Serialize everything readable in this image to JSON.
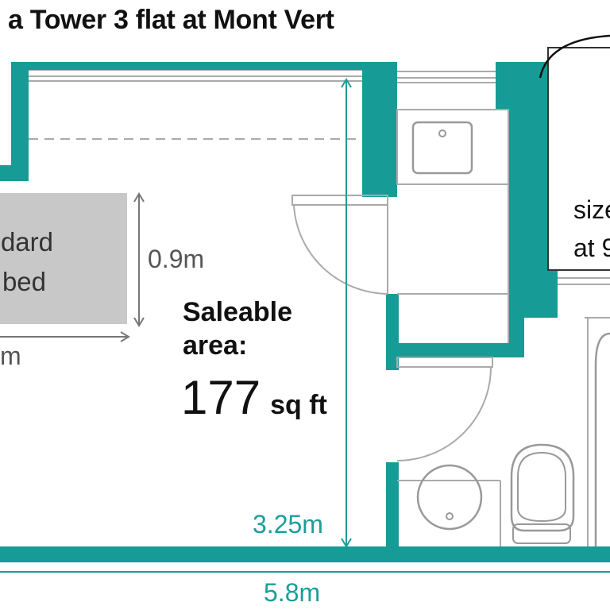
{
  "title": "a Tower 3 flat at Mont Vert",
  "bed_label_lines": [
    "dard",
    "bed"
  ],
  "dimension_bed_width": "0.9m",
  "dimension_bed_length": "m",
  "saleable_area_label": "Saleable area:",
  "saleable_area_value": "177",
  "saleable_area_unit": "sq ft",
  "dimension_depth": "3.25m",
  "dimension_width": "5.8m",
  "side_note_lines": [
    "size",
    "at 9"
  ],
  "colors": {
    "wall": "#179b96",
    "fixture_outline": "#aaaaaa",
    "bed_fill": "#c8c8c8",
    "dimension_line": "#1a9e9b"
  }
}
